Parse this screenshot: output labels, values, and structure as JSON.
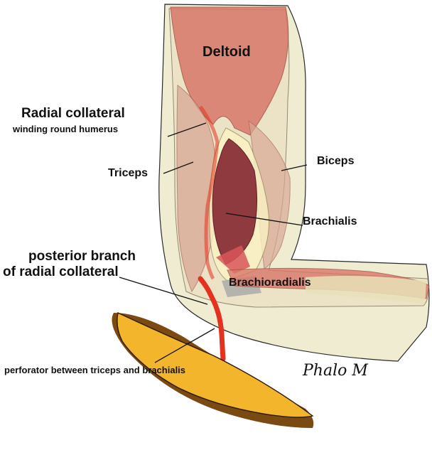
{
  "labels": {
    "deltoid": "Deltoid",
    "radial_collateral_line1": "Radial collateral",
    "radial_collateral_line2": "winding round humerus",
    "triceps": "Triceps",
    "biceps": "Biceps",
    "brachialis": "Brachialis",
    "posterior_branch_line1": "posterior branch",
    "posterior_branch_line2": "of radial collateral",
    "brachioradialis": "Brachioradialis",
    "perforator": "perforator between triceps and brachialis"
  },
  "signature": "Phalo M",
  "colors": {
    "skin_outline": "#f0ecd2",
    "deltoid": "#d9776a",
    "triceps": "#d9a895",
    "brachialis": "#8e3a3e",
    "biceps": "#e2c8a8",
    "artery": "#e3321f",
    "flap": "#f2b52b",
    "flap_edge": "#7a4a12",
    "bone": "#fbf3c4"
  }
}
